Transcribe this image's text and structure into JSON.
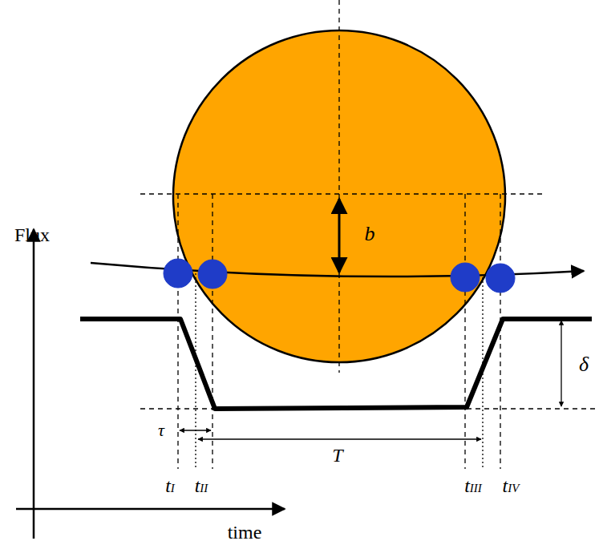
{
  "diagram": {
    "labels": [
      "Flux",
      "b",
      "δ",
      "τ",
      "T",
      "tI",
      "tII",
      "tIII",
      "tIV",
      "time"
    ]
  }
}
